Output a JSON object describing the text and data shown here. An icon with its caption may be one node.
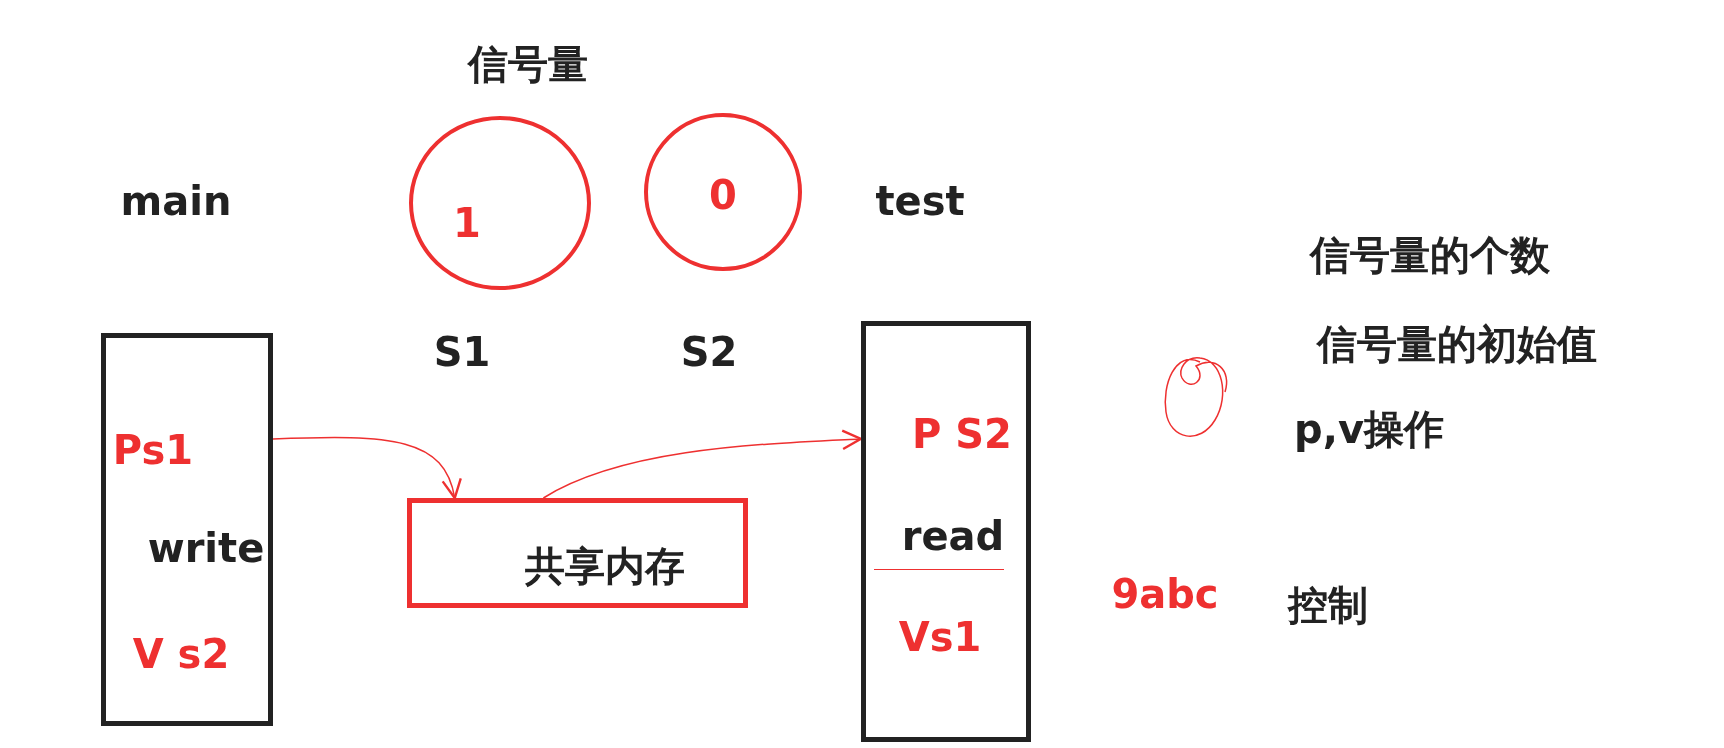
{
  "diagram": {
    "title": "信号量",
    "nodes": [
      {
        "text": [
          "1"
        ],
        "beside": [
          "S1"
        ]
      },
      {
        "text": [
          "0"
        ],
        "beside": [
          "S2"
        ]
      },
      {
        "text": [
          "Ps1",
          "write",
          "V s2"
        ]
      },
      {
        "text": [
          "共享内存"
        ]
      },
      {
        "text": [
          "P S2",
          "read",
          "Vs1"
        ]
      }
    ],
    "edges": [
      {
        "from": 2,
        "to": 3,
        "arrow": "to"
      },
      {
        "from": 3,
        "to": 4,
        "arrow": "to"
      }
    ],
    "labels": [
      "main",
      "test",
      "信号量的个数",
      "信号量的初始值",
      "p,v操作",
      "9abc",
      "控制"
    ]
  }
}
